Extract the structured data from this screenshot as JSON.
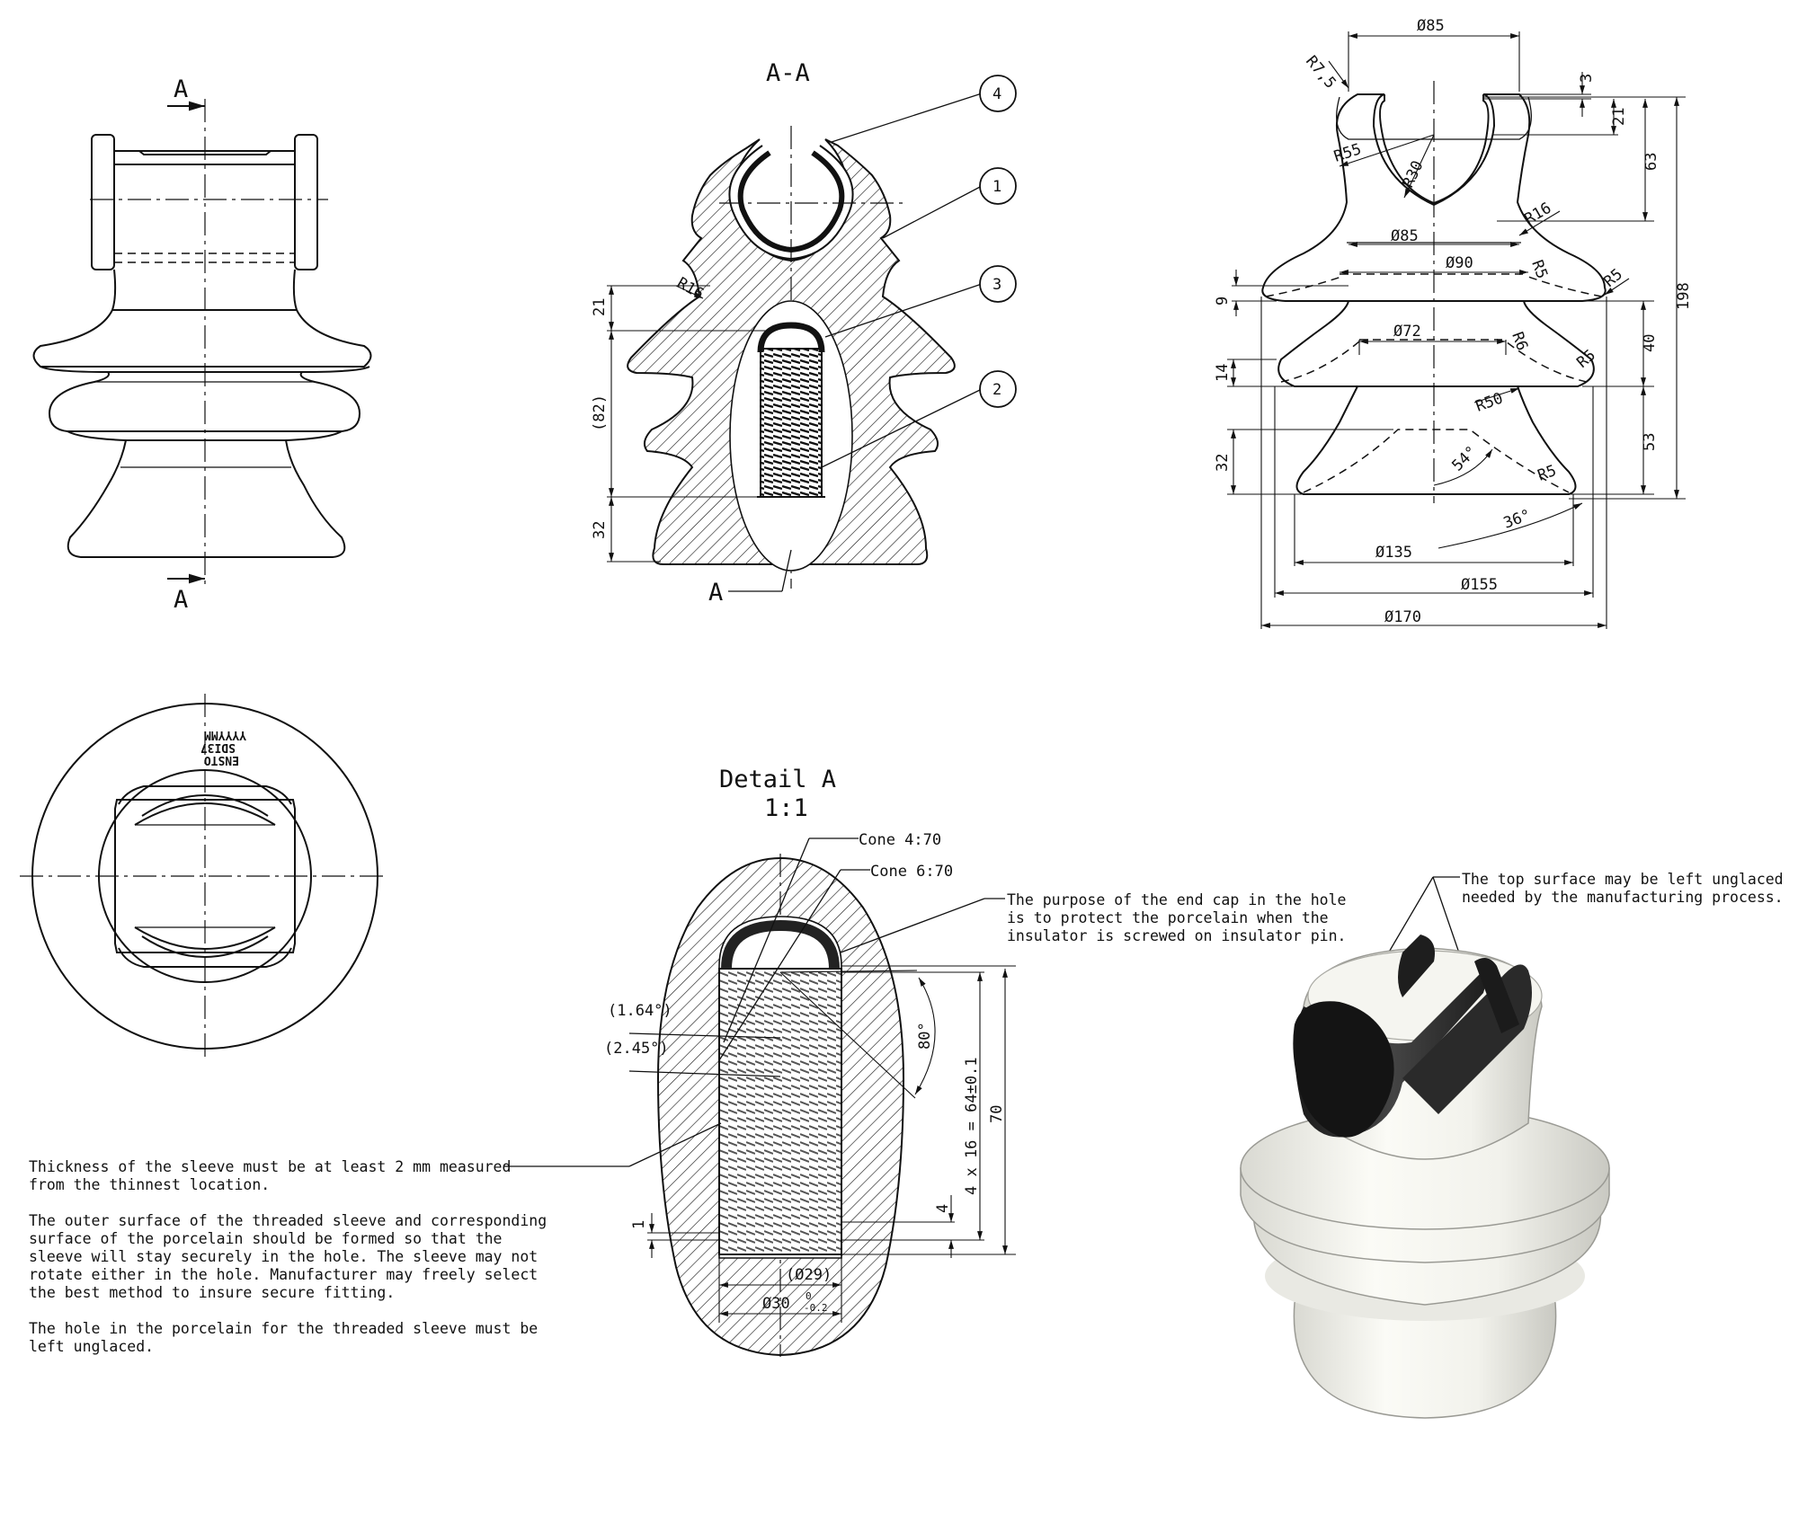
{
  "section_view": {
    "cut_marker": "A",
    "title": "A-A",
    "balloons": [
      "1",
      "2",
      "3",
      "4"
    ],
    "label_a": "A",
    "dims": {
      "r16": "R16",
      "d21": "21",
      "d82": "(82)",
      "d32": "32"
    }
  },
  "right_view": {
    "dims": {
      "d85_top": "Ø85",
      "r75": "R7,5",
      "d3": "3",
      "d21": "21",
      "d63": "63",
      "r55": "R55",
      "r30": "R30",
      "r16": "R16",
      "d85_mid": "Ø85",
      "d90": "Ø90",
      "r5a": "R5",
      "r5b": "R5",
      "d9": "9",
      "d198": "198",
      "d72": "Ø72",
      "r6": "R6",
      "r5c": "R5",
      "d14": "14",
      "d40": "40",
      "r50": "R50",
      "a54": "54°",
      "r5d": "R5",
      "d32": "32",
      "d53": "53",
      "a36": "36°",
      "d135": "Ø135",
      "d155": "Ø155",
      "d170": "Ø170"
    }
  },
  "top_view": {
    "marking": [
      "ENSTO",
      "SDI37",
      "YYYYMM"
    ]
  },
  "detail": {
    "title": "Detail  A",
    "scale": "1:1",
    "cone1": "Cone 4:70",
    "cone2": "Cone 6:70",
    "endcap_note": [
      "The purpose of the end cap in the hole",
      "is to protect the porcelain when the",
      "insulator is screwed on insulator pin."
    ],
    "a164": "(1.64°)",
    "a245": "(2.45°)",
    "a80": "80°",
    "pitch": "4 x 16 = 64±0.1",
    "d70": "70",
    "d4": "4",
    "d1": "1",
    "d29": "(Ø29)",
    "d30": "Ø30",
    "d30_tol_upper": "0",
    "d30_tol_lower": "-0.2"
  },
  "notes": {
    "sleeve": [
      "Thickness of the sleeve must be at least 2 mm measured",
      "from the thinnest location.",
      "",
      "The outer surface of the threaded sleeve and corresponding",
      "surface of the porcelain should be formed so that the",
      "sleeve will stay securely in the hole. The sleeve may not",
      "rotate either in the hole. Manufacturer may freely select",
      "the best method to insure secure fitting.",
      "",
      "The hole in the porcelain for the threaded sleeve must be",
      "left unglaced."
    ],
    "glaze": [
      "The top surface may be left unglaced",
      "needed by the manufacturing process."
    ]
  }
}
